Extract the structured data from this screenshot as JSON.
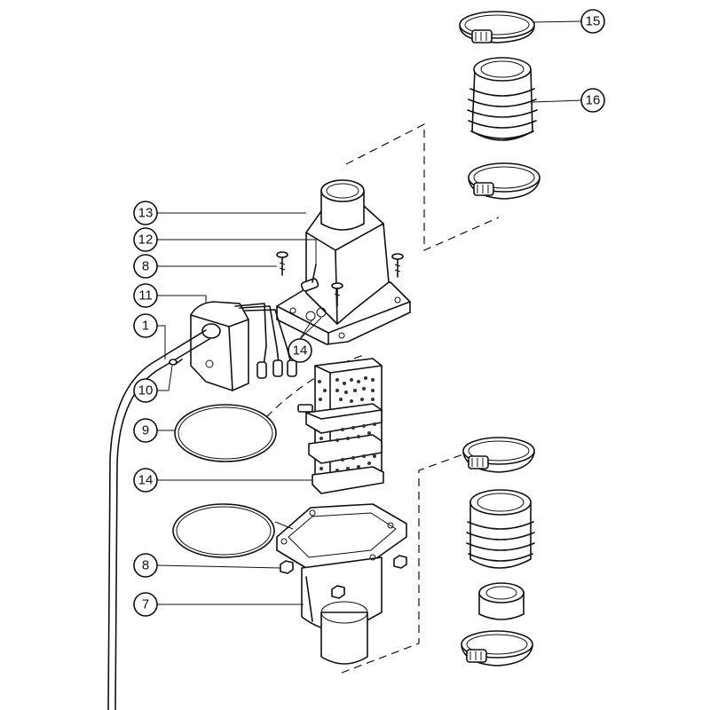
{
  "callouts": [
    {
      "id": "c15",
      "label": "15"
    },
    {
      "id": "c16",
      "label": "16"
    },
    {
      "id": "c13",
      "label": "13"
    },
    {
      "id": "c12",
      "label": "12"
    },
    {
      "id": "c8a",
      "label": "8"
    },
    {
      "id": "c11",
      "label": "11"
    },
    {
      "id": "c1",
      "label": "1"
    },
    {
      "id": "c14a",
      "label": "14"
    },
    {
      "id": "c10",
      "label": "10"
    },
    {
      "id": "c9",
      "label": "9"
    },
    {
      "id": "c14b",
      "label": "14"
    },
    {
      "id": "c8b",
      "label": "8"
    },
    {
      "id": "c7",
      "label": "7"
    }
  ]
}
